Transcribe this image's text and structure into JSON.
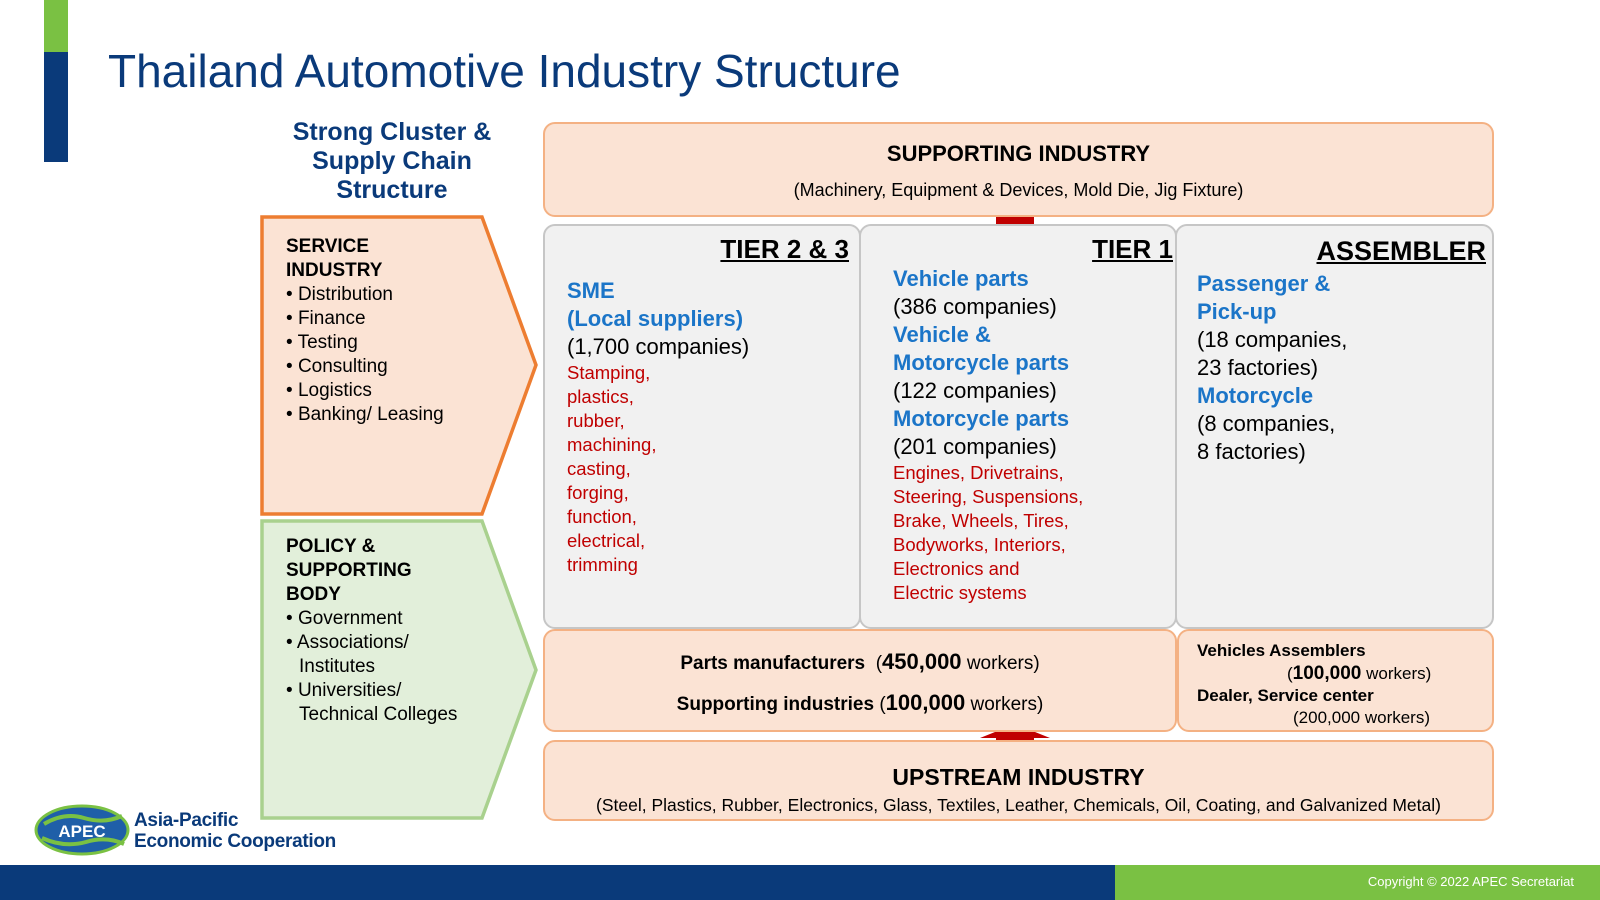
{
  "title": "Thailand Automotive Industry Structure",
  "cluster_heading": "Strong Cluster &\nSupply Chain\nStructure",
  "service": {
    "heading_1": "SERVICE",
    "heading_2": "INDUSTRY",
    "items": [
      "Distribution",
      "Finance",
      "Testing",
      "Consulting",
      "Logistics",
      "Banking/ Leasing"
    ]
  },
  "policy": {
    "heading_1": "POLICY &",
    "heading_2": "SUPPORTING",
    "heading_3": "BODY",
    "items": [
      "Government",
      "Associations/",
      "Institutes",
      "Universities/",
      "Technical  Colleges"
    ]
  },
  "supporting": {
    "title": "SUPPORTING INDUSTRY",
    "subtitle": "(Machinery, Equipment  & Devices, Mold Die, Jig Fixture)"
  },
  "tier23": {
    "title": "TIER 2 & 3",
    "sme_1": "SME",
    "sme_2": "(Local suppliers)",
    "count": "(1,700 companies)",
    "processes": [
      "Stamping,",
      "plastics,",
      "rubber,",
      "machining,",
      "casting,",
      "forging,",
      "function,",
      "electrical,",
      "trimming"
    ]
  },
  "tier1": {
    "title": "TIER 1",
    "g1_name": "Vehicle parts",
    "g1_count": "(386 companies)",
    "g2_name_1": "Vehicle &",
    "g2_name_2": "Motorcycle parts",
    "g2_count": "(122 companies)",
    "g3_name": "Motorcycle parts",
    "g3_count": "(201 companies)",
    "parts": [
      "Engines, Drivetrains,",
      "Steering, Suspensions,",
      "Brake, Wheels, Tires,",
      "Bodyworks, Interiors,",
      "Electronics and",
      "Electric systems"
    ]
  },
  "assembler": {
    "title": "ASSEMBLER",
    "p_name_1": "Passenger &",
    "p_name_2": "Pick-up",
    "p_count_1": "(18 companies,",
    "p_count_2": "23 factories)",
    "m_name": "Motorcycle",
    "m_count_1": "(8 companies,",
    "m_count_2": "8 factories)"
  },
  "workers_left": {
    "parts_label": "Parts manufacturers",
    "parts_num": "450,000",
    "parts_unit": "workers)",
    "supp_label": "Supporting industries",
    "supp_num": "100,000",
    "supp_unit": "workers)",
    "open": "("
  },
  "workers_right": {
    "assemblers_label": "Vehicles  Assemblers",
    "assemblers_num": "100,000",
    "assemblers_unit": "workers)",
    "dealer_label": "Dealer, Service center",
    "dealer_text": "(200,000 workers)",
    "open": "("
  },
  "upstream": {
    "title": "UPSTREAM INDUSTRY",
    "subtitle": "(Steel, Plastics, Rubber, Electronics, Glass, Textiles, Leather, Chemicals, Oil, Coating, and Galvanized Metal)"
  },
  "logo": {
    "badge": "APEC",
    "line1": "Asia-Pacific",
    "line2": "Economic Cooperation"
  },
  "copyright": "Copyright © 2022 APEC Secretariat",
  "colors": {
    "title_blue": "#0a3a7a",
    "accent_green": "#7ac143",
    "peach_fill": "#fbe3d4",
    "peach_border": "#f4b183",
    "orange_border": "#ed7d31",
    "green_fill": "#e2efda",
    "green_border": "#a9d18e",
    "arrow_red": "#c00000",
    "label_blue": "#1b75c8"
  }
}
